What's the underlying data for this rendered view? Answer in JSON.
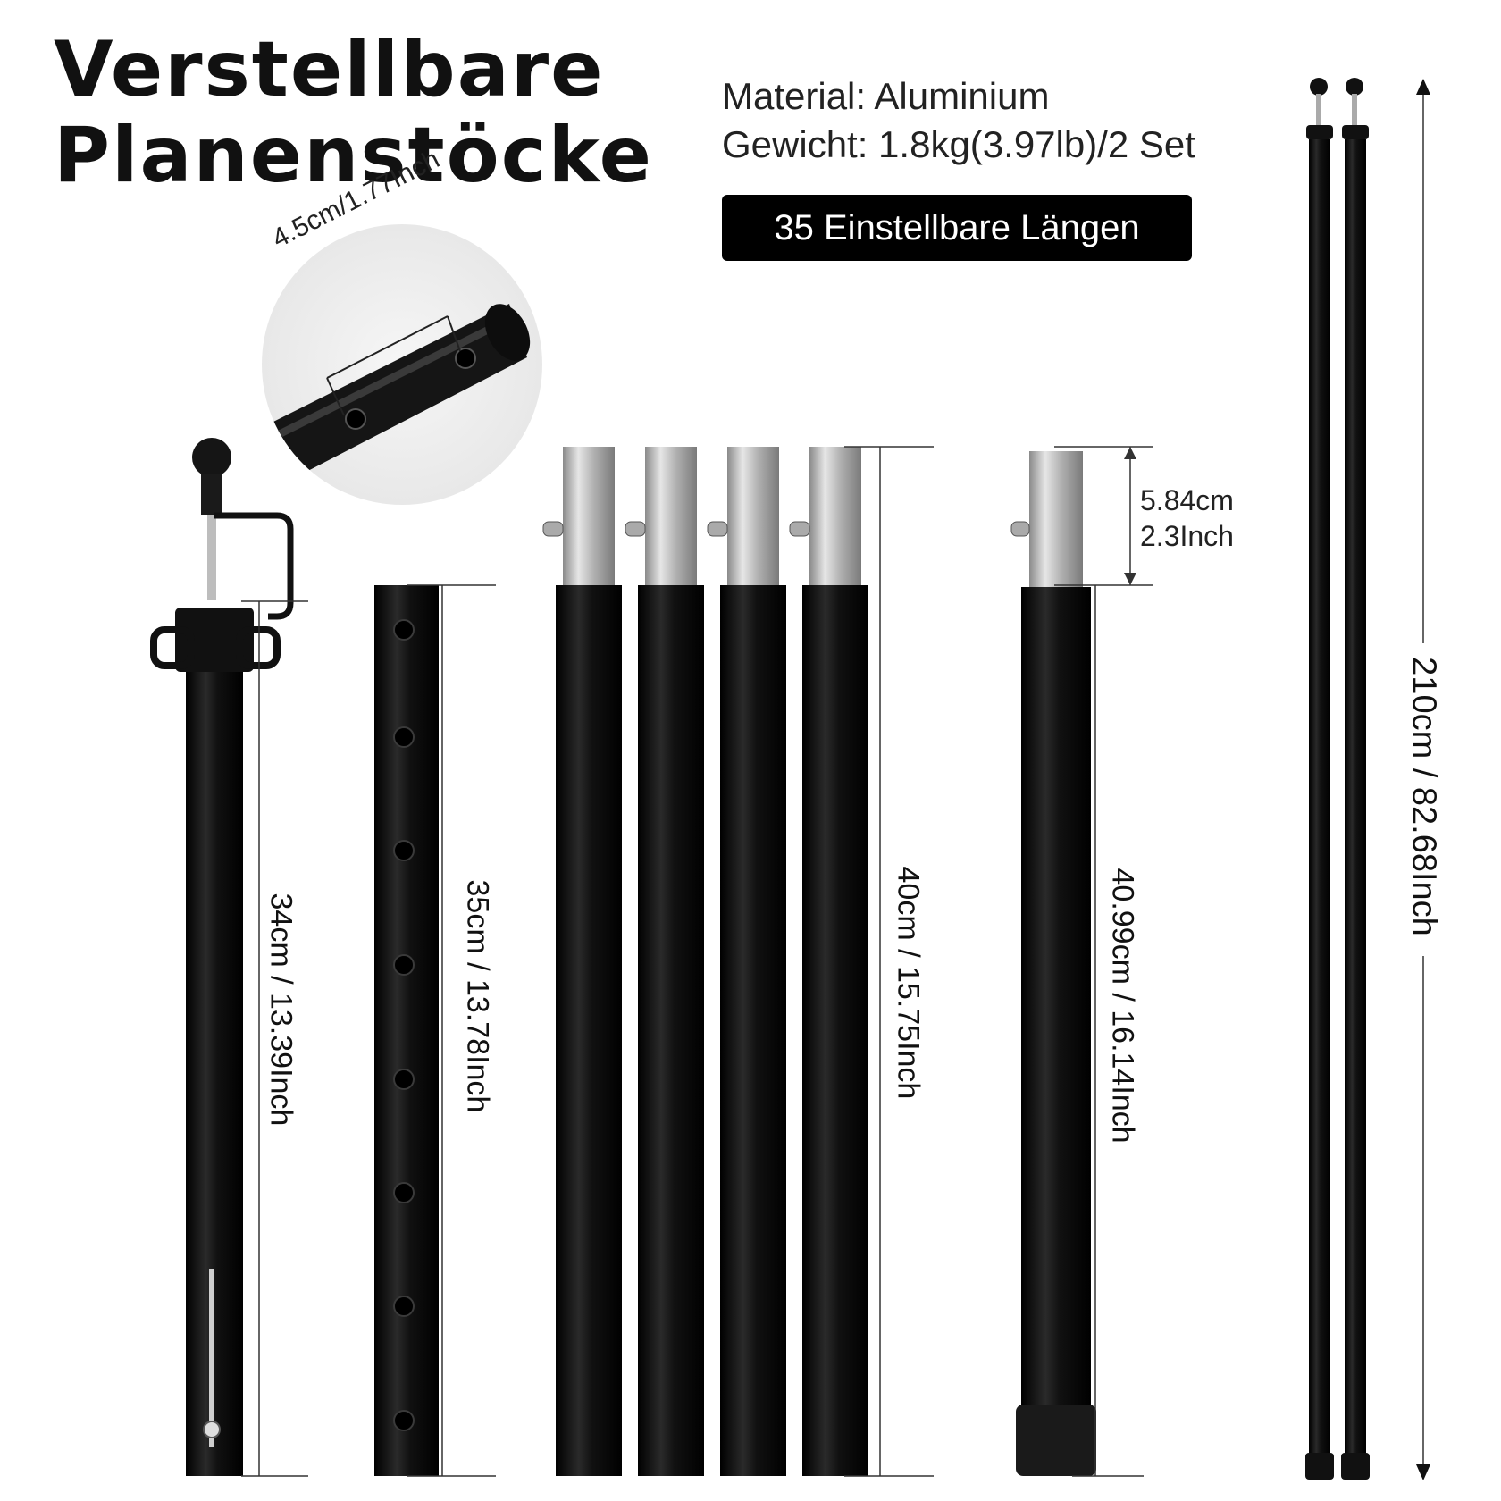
{
  "title": {
    "line1": "Verstellbare",
    "line2": "Planenstöcke"
  },
  "specs": {
    "material": "Material: Aluminium",
    "weight": "Gewicht: 1.8kg(3.97lb)/2 Set"
  },
  "badge": "35 Einstellbare Längen",
  "detail_zoom": {
    "hole_spacing": "4.5cm/1.77Inch"
  },
  "dimensions": {
    "top_section": "34cm / 13.39Inch",
    "middle_section": "35cm / 13.78Inch",
    "extension_sections": "40cm / 15.75Inch",
    "bottom_section": "40.99cm / 16.14Inch",
    "spigot_cm": "5.84cm",
    "spigot_inch": "2.3Inch",
    "total_length": "210cm / 82.68Inch"
  },
  "colors": {
    "pole": "#0d0d0d",
    "spigot": "#b9b9b9",
    "badge_bg": "#000000",
    "badge_text": "#ffffff"
  }
}
